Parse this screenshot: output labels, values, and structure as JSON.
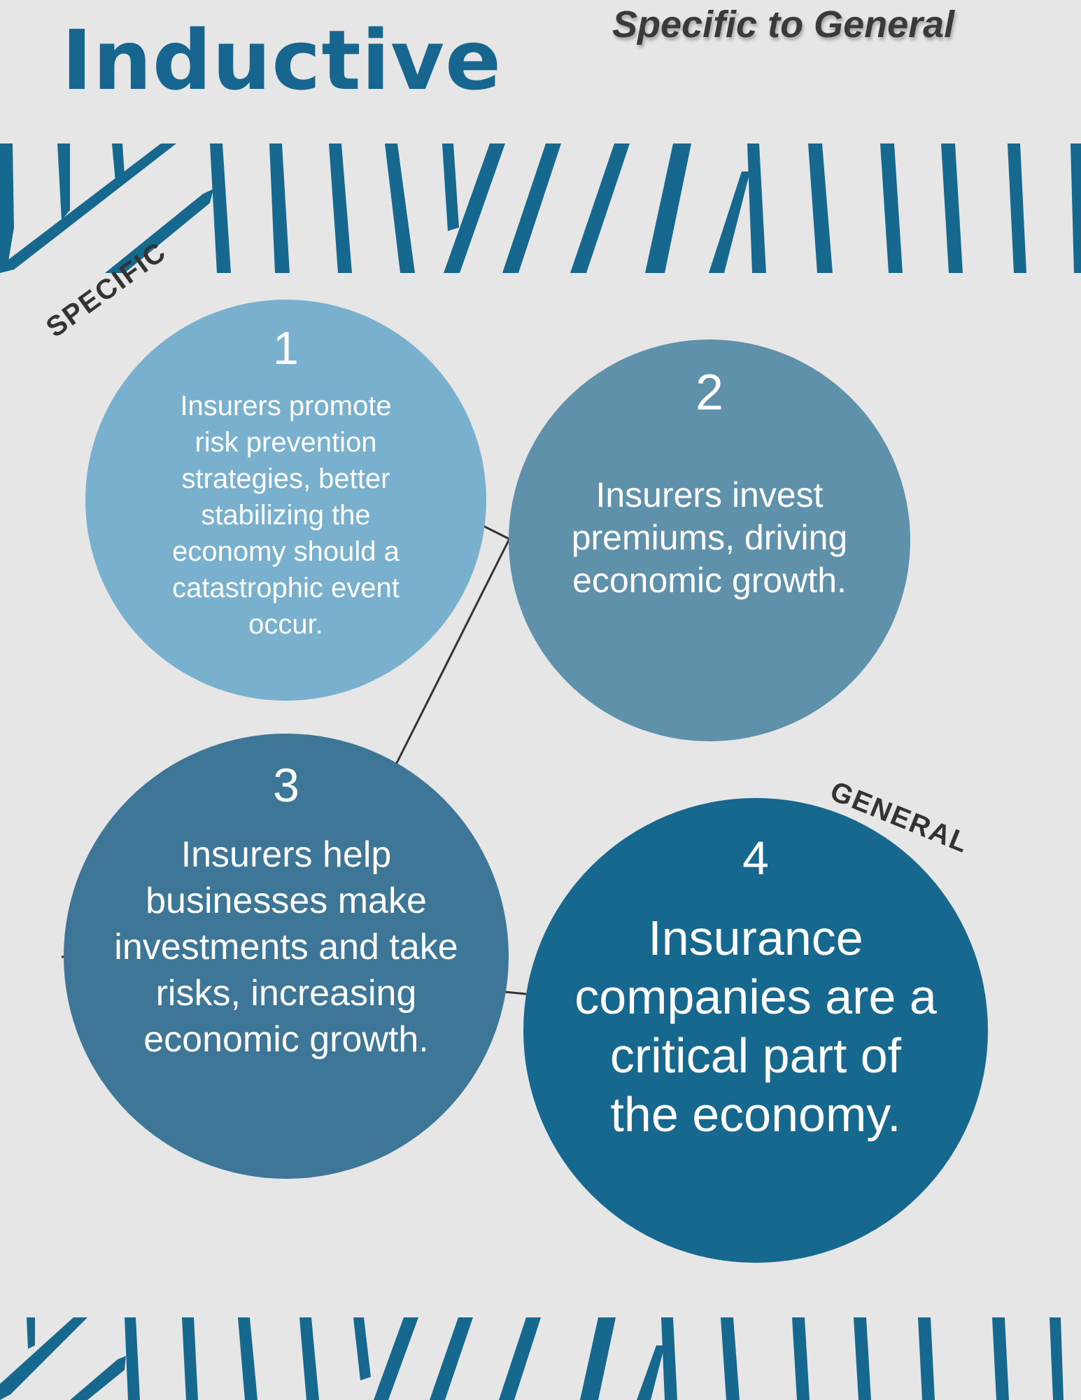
{
  "header": {
    "title": "Inductive",
    "subtitle": "Specific to General"
  },
  "labels": {
    "start": "SPECIFIC",
    "end": "GENERAL"
  },
  "colors": {
    "background": "#e6e6e7",
    "title": "#17668f",
    "stripes": "#17688f",
    "circle_1": "#78b0cd",
    "circle_2": "#5f91aa",
    "circle_3": "#3d7696",
    "circle_4": "#17688f",
    "connector": "#333333"
  },
  "steps": [
    {
      "number": "1",
      "text": "Insurers promote risk prevention strategies, better stabilizing the economy should a catastrophic event occur."
    },
    {
      "number": "2",
      "text": "Insurers invest premiums, driving economic growth."
    },
    {
      "number": "3",
      "text": "Insurers help businesses make investments and take risks, increasing economic growth."
    },
    {
      "number": "4",
      "text": "Insurance companies are a critical part of the economy."
    }
  ]
}
